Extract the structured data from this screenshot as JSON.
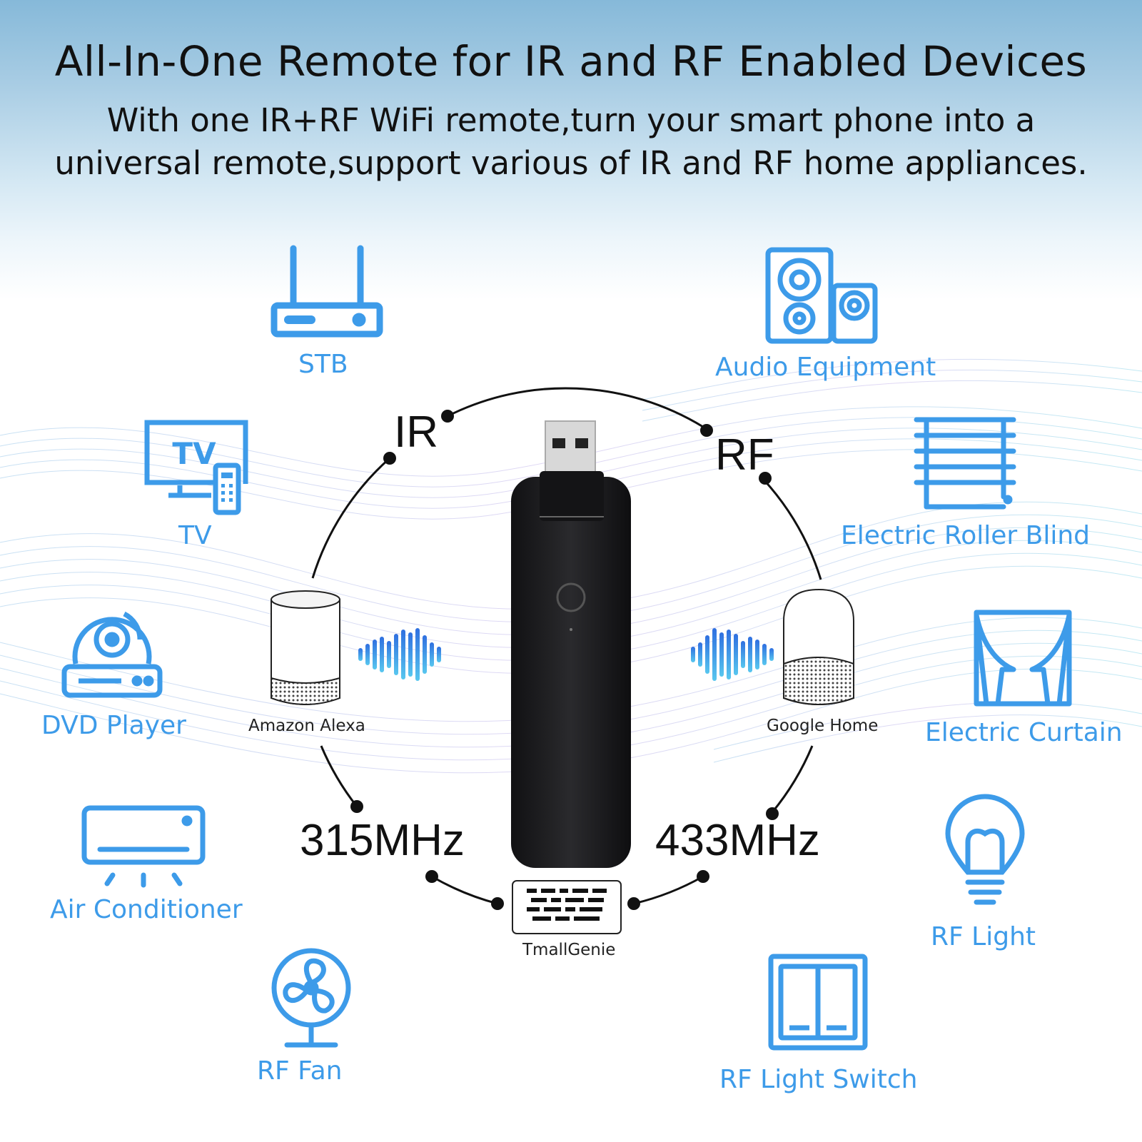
{
  "header": {
    "title": "All-In-One Remote for IR and RF Enabled Devices",
    "subtitle_line1": "With one IR+RF WiFi remote,turn your smart phone into a",
    "subtitle_line2": "universal remote,support various of IR and RF home appliances."
  },
  "bands": {
    "ir": "IR",
    "rf": "RF",
    "f315": "315MHz",
    "f433": "433MHz"
  },
  "assistants": {
    "alexa": "Amazon Alexa",
    "google": "Google Home",
    "tmall": "TmallGenie"
  },
  "devices": {
    "stb": "STB",
    "tv": "TV",
    "dvd": "DVD Player",
    "ac": "Air Conditioner",
    "fan": "RF Fan",
    "audio": "Audio Equipment",
    "blind": "Electric Roller Blind",
    "curtain": "Electric Curtain",
    "light": "RF Light",
    "switch": "RF Light Switch"
  },
  "tv_icon_text": "TV",
  "colors": {
    "icon_blue": "#3d9be9",
    "sky_top": "#86b9d9",
    "device_black": "#1c1c1e"
  }
}
